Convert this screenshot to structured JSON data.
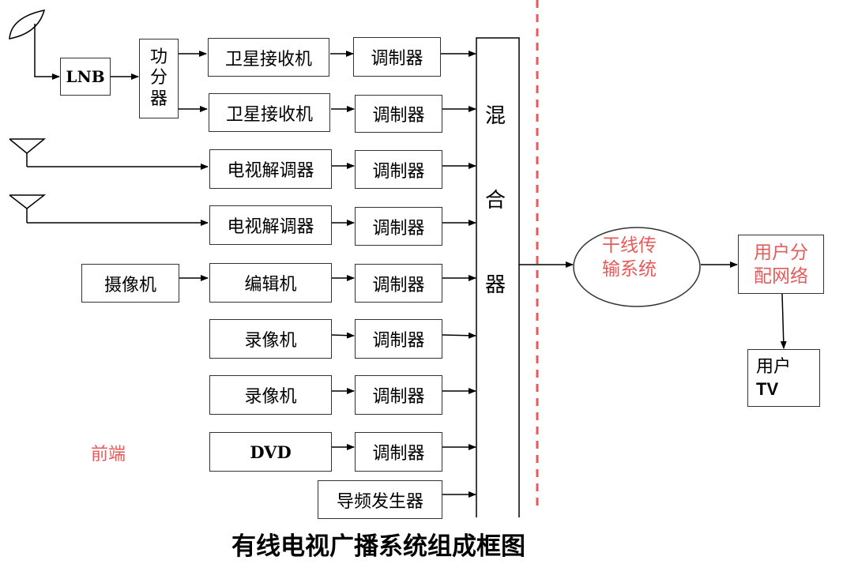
{
  "title": "有线电视广播系统组成框图",
  "frontend_label": "前端",
  "lnb": "LNB",
  "splitter": [
    "功",
    "分",
    "器"
  ],
  "rows": [
    {
      "source": "卫星接收机",
      "modulator": "调制器"
    },
    {
      "source": "卫星接收机",
      "modulator": "调制器"
    },
    {
      "source": "电视解调器",
      "modulator": "调制器"
    },
    {
      "source": "电视解调器",
      "modulator": "调制器"
    },
    {
      "source": "编辑机",
      "modulator": "调制器",
      "camera": "摄像机"
    },
    {
      "source": "录像机",
      "modulator": "调制器"
    },
    {
      "source": "录像机",
      "modulator": "调制器"
    },
    {
      "source": "DVD",
      "modulator": "调制器"
    }
  ],
  "pilot_generator": "导频发生器",
  "mixer": [
    "混",
    "合",
    "器"
  ],
  "trunk": [
    "干线传",
    "输系统"
  ],
  "distribution": [
    "用户分",
    "配网络"
  ],
  "user_tv": [
    "用户",
    "TV"
  ],
  "colors": {
    "accent": "#e85a5a",
    "line": "#000000"
  }
}
